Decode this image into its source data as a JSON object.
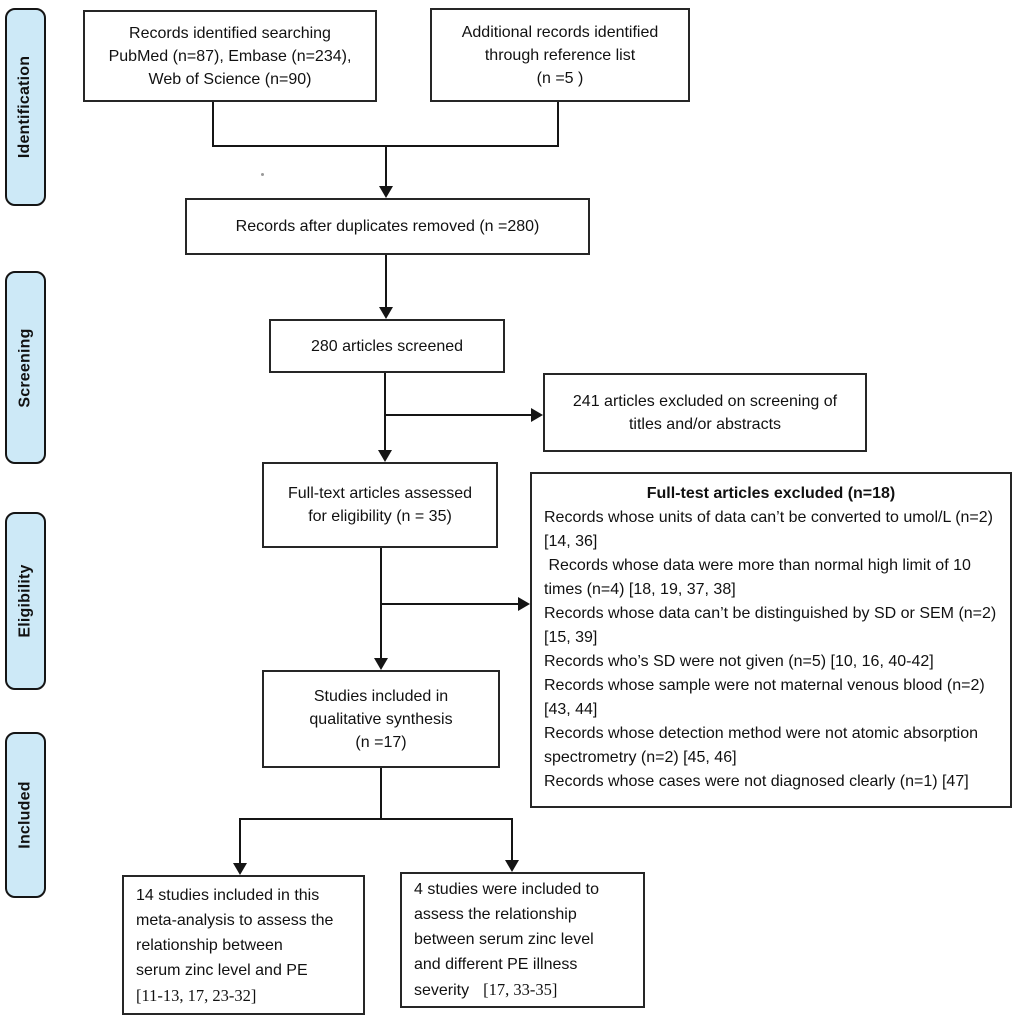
{
  "palette": {
    "line": "#151515",
    "box_border": "#262626",
    "text": "#111111",
    "sidebar_fill": "#cde9f7",
    "bg": "#ffffff"
  },
  "sidebar": {
    "stages": [
      "Identification",
      "Screening",
      "Eligibility",
      "Included"
    ]
  },
  "flow": {
    "records_identified": {
      "lines": [
        "Records identified searching",
        "PubMed (n=87), Embase (n=234),",
        "Web of Science (n=90)"
      ]
    },
    "additional_records": {
      "lines": [
        "Additional records identified",
        "through reference list",
        "(n =5 )"
      ]
    },
    "duplicates_removed": {
      "text": "Records after duplicates removed (n =280)"
    },
    "articles_screened": {
      "text": "280 articles screened"
    },
    "excluded_titles": {
      "lines": [
        "241 articles excluded on screening of",
        "titles and/or abstracts"
      ]
    },
    "fulltext_assessed": {
      "lines": [
        "Full-text articles assessed",
        "for eligibility (n = 35)"
      ]
    },
    "fulltext_excluded": {
      "title": "Full-test articles excluded (n=18)",
      "reasons": [
        "Records whose units of data can’t be converted to umol/L (n=2) [14, 36]",
        " Records whose data were more than normal high limit of 10 times (n=4) [18, 19, 37, 38]",
        "Records whose data can’t be distinguished by SD or SEM (n=2) [15, 39]",
        "Records who’s SD were not given (n=5) [10, 16, 40-42]",
        "Records whose sample were not maternal venous blood (n=2) [43, 44]",
        "Records whose detection method were not atomic absorption spectrometry (n=2) [45, 46]",
        "Records whose cases were not diagnosed clearly (n=1) [47]"
      ]
    },
    "qualitative_synthesis": {
      "lines": [
        "Studies included in",
        "qualitative synthesis",
        "(n =17)"
      ]
    },
    "meta_analysis_included": {
      "lines": [
        "14 studies included in this",
        "meta-analysis to assess the",
        "relationship between",
        "serum zinc level and PE"
      ],
      "citation": "[11-13, 17, 23-32]"
    },
    "severity_included": {
      "lines": [
        "4 studies were included to",
        "assess the relationship",
        "between serum zinc level",
        "and different PE illness"
      ],
      "last_word": "severity",
      "citation": "[17, 33-35]"
    }
  }
}
